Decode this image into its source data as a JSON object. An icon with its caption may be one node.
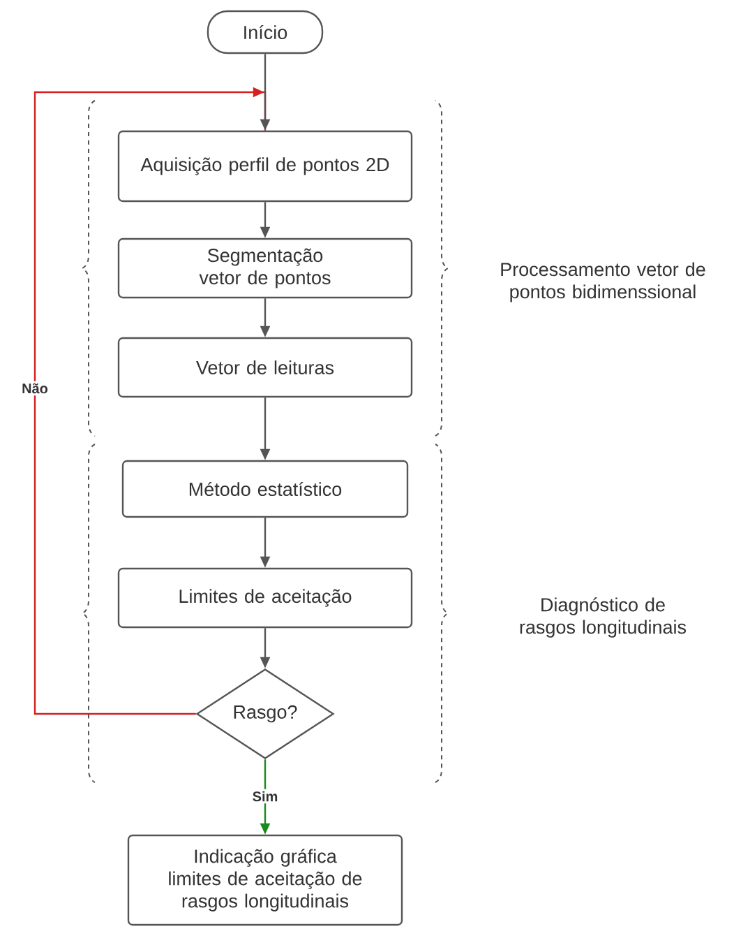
{
  "diagram": {
    "nodes": [
      {
        "text": [
          "Início"
        ]
      },
      {
        "text": [
          "Aquisição perfil de pontos 2D"
        ]
      },
      {
        "text": [
          "Segmentação vetor de pontos"
        ]
      },
      {
        "text": [
          "Vetor de leituras"
        ]
      },
      {
        "text": [
          "Método estatístico"
        ]
      },
      {
        "text": [
          "Limites de aceitação"
        ]
      },
      {
        "text": [
          "Rasgo?"
        ]
      },
      {
        "text": [
          "Indicação gráfica limites de aceitação de rasgos longitudinais"
        ]
      }
    ],
    "edges": [
      {
        "from": 0,
        "to": 1,
        "arrow": "to"
      },
      {
        "from": 1,
        "to": 2,
        "arrow": "to"
      },
      {
        "from": 2,
        "to": 3,
        "arrow": "to"
      },
      {
        "from": 3,
        "to": 4,
        "arrow": "to"
      },
      {
        "from": 4,
        "to": 5,
        "arrow": "to"
      },
      {
        "from": 5,
        "to": 6,
        "arrow": "to"
      },
      {
        "from": 6,
        "to": 7,
        "arrow": "to",
        "label": "Sim",
        "color": "#1a8a1a"
      },
      {
        "from": 6,
        "to": 1,
        "arrow": "to",
        "label": "Não",
        "color": "#d42020"
      }
    ],
    "labels": [
      "Processamento vetor de pontos bidimenssional",
      "Diagnóstico de rasgos longitudinais"
    ]
  }
}
